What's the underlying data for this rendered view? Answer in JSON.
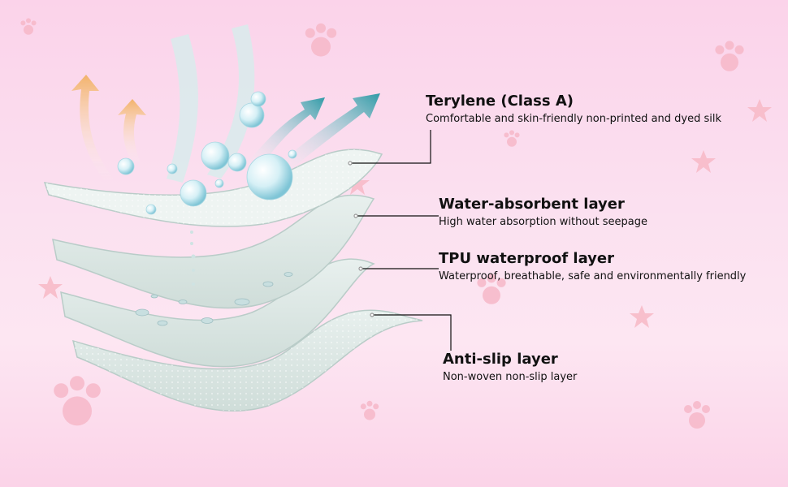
{
  "layers": [
    {
      "title": "Terylene (Class A)",
      "description": "Comfortable and skin-friendly non-printed and dyed silk"
    },
    {
      "title": "Water-absorbent layer",
      "description": "High water absorption without seepage"
    },
    {
      "title": "TPU waterproof layer",
      "description": "Waterproof, breathable, safe and environmentally friendly"
    },
    {
      "title": "Anti-slip layer",
      "description": "Non-woven non-slip layer"
    }
  ],
  "colors": {
    "background_top": "#fbd3ea",
    "background_bottom": "#fbd3e8",
    "layer_fill": "#dfe9e6",
    "layer_edge": "#b9ccc8",
    "arrow_teal": "#2f9aa6",
    "arrow_orange": "#f2b26a",
    "paw": "#f6b7c8",
    "leader_line": "#111111"
  },
  "decorations": {
    "paw_icon": "paw-print-icon",
    "star_icon": "star-icon",
    "droplet_icon": "water-droplet-icon",
    "arrow_icon": "airflow-arrow-icon"
  }
}
